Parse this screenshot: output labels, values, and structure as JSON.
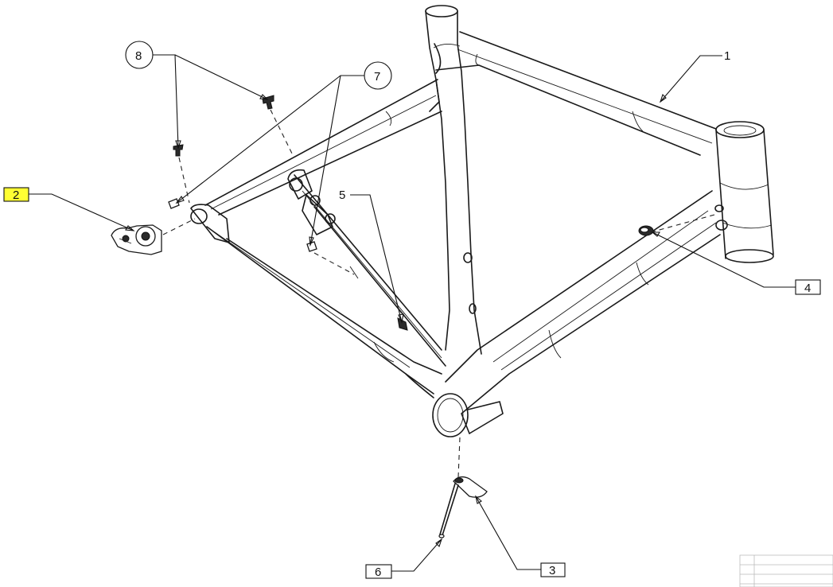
{
  "callouts": {
    "c1": "1",
    "c2": "2",
    "c3": "3",
    "c4": "4",
    "c5": "5",
    "c6": "6",
    "c7": "7",
    "c8": "8"
  },
  "colors": {
    "highlight": "#ffff33",
    "line": "#1a1a1a"
  }
}
